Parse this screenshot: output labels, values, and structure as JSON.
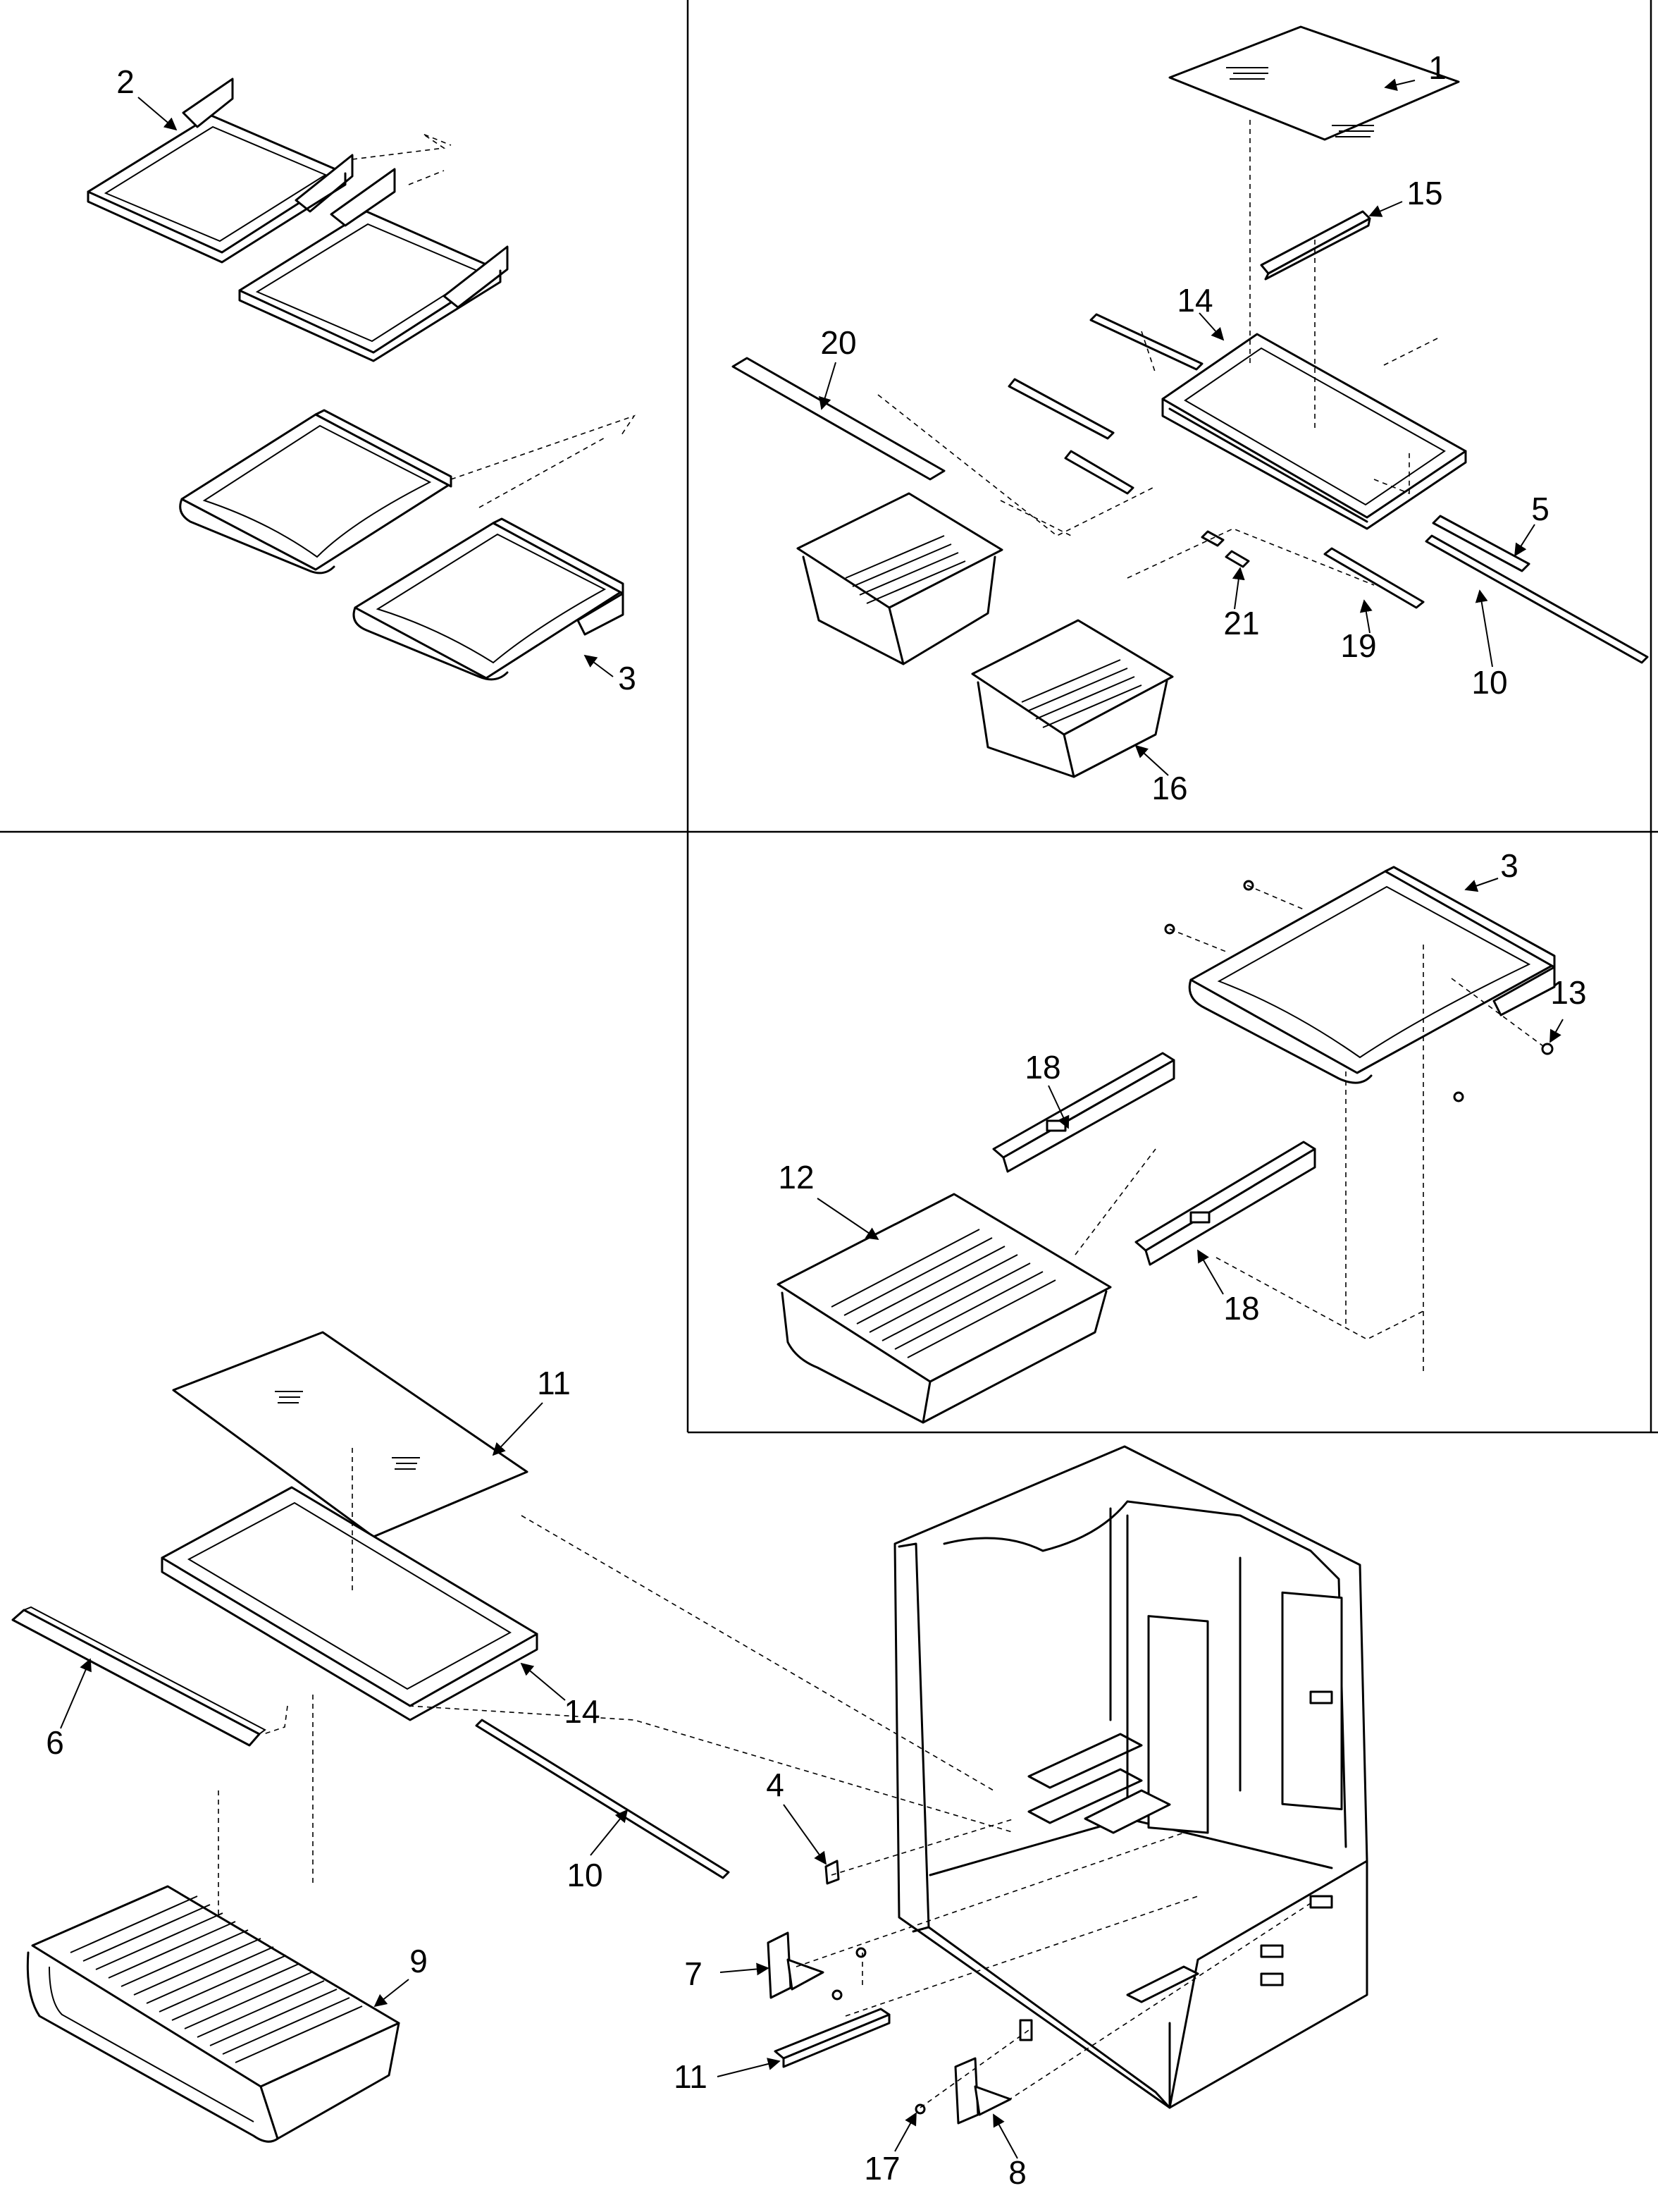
{
  "callouts": {
    "p1_shelf_a": "2",
    "p1_shelf_b": "3",
    "p2_glass": "1",
    "p2_slide": "15",
    "p2_frame": "14",
    "p2_trim": "20",
    "p2_rail": "5",
    "p2_support": "21",
    "p2_rod": "19",
    "p2_rail_long": "10",
    "p2_crisper": "16",
    "p4_shelf": "3",
    "p4_screw": "13",
    "p4_slide_upper": "18",
    "p4_pan": "12",
    "p4_slide_lower": "18",
    "p5_glass": "11",
    "p5_frame": "14",
    "p5_trim": "6",
    "p5_rail": "10",
    "p5_drawer": "9",
    "p5_clip": "4",
    "p5_bracket_left": "7",
    "p5_support": "11",
    "p5_screw": "17",
    "p5_bracket_right": "8"
  }
}
